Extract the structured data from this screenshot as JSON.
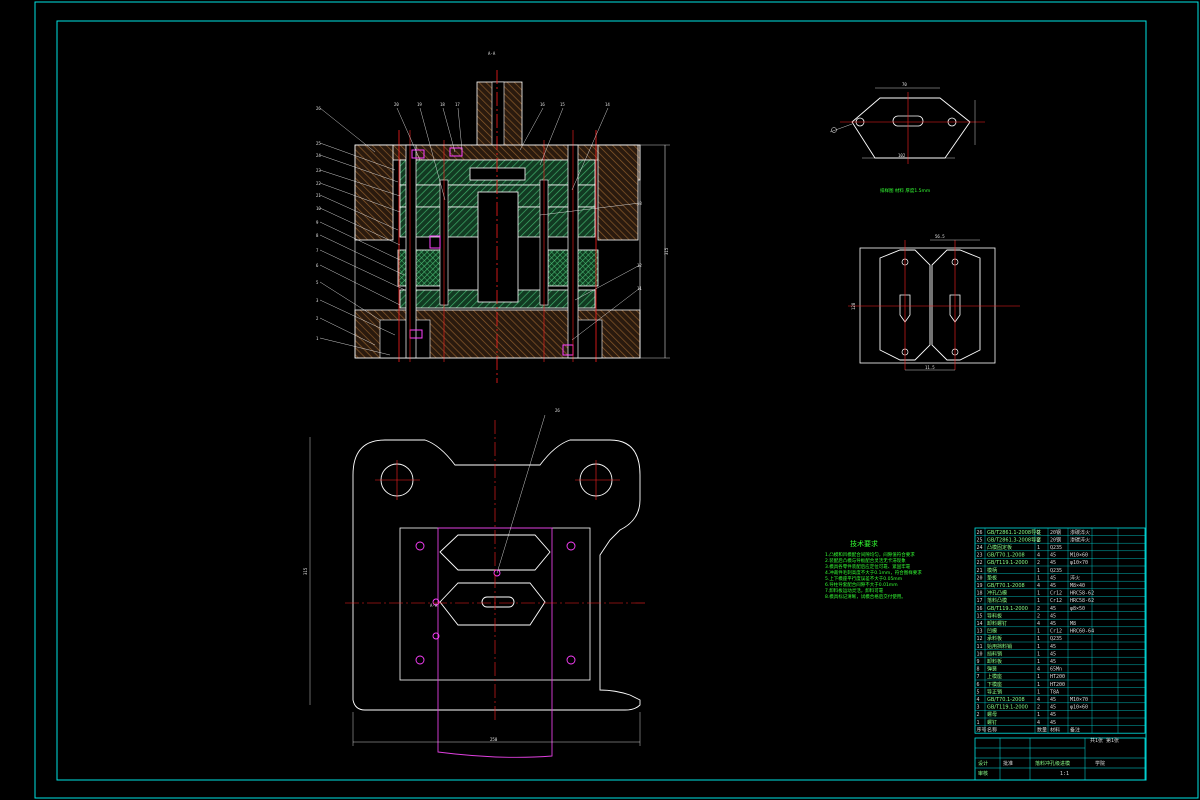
{
  "colors": {
    "background": "#000000",
    "frame": "#00e5e5",
    "outline": "#ffffff",
    "centerline": "#ff2020",
    "hatch": "#2e8b57",
    "hatch_dark": "#6b3a1f",
    "strip": "#e040e0",
    "leader": "#ff3030",
    "text_green": "#33ff33",
    "table_line": "#00e5e5"
  },
  "section_marker": "A-A",
  "tech_notes": {
    "title": "技术要求",
    "lines": [
      "1.凸模和凹模配合间隙均匀，间隙值符合要求",
      "2.装配后凸模与导板配合灵活无卡滞现象",
      "3.模具各零件装配后应定位可靠、紧固牢靠",
      "4.冲裁件毛刺高度不大于0.1mm，符合图样要求",
      "5.上下模座平行度误差不大于0.05mm",
      "6.导柱导套配合间隙不大于0.01mm",
      "7.卸料板运动灵活，卸料可靠",
      "8.模具标记清晰，试模合格后交付使用。"
    ]
  },
  "strip_caption": "排样图  材料 厚度1.5mm",
  "main_view_label": "A-A",
  "dims": {
    "main_height": "315",
    "plan_height": "315",
    "plan_width": "250",
    "part_width": "70",
    "part_length": "102",
    "strip_pitch": "56.5",
    "strip_height": "128",
    "strip_width": "11.5"
  },
  "part_labels": [
    "1",
    "2",
    "3",
    "4",
    "5",
    "6",
    "7",
    "8",
    "9",
    "10",
    "11",
    "12",
    "13",
    "14",
    "15",
    "16",
    "17",
    "18",
    "19",
    "20",
    "21",
    "22",
    "23",
    "24",
    "25",
    "26"
  ],
  "bom": {
    "rows": [
      [
        "26",
        "GB/T2861.1-2008导柱",
        "2",
        "20钢",
        "渗碳淬火"
      ],
      [
        "25",
        "GB/T2861.3-2008导套",
        "2",
        "20钢",
        "渗碳淬火"
      ],
      [
        "24",
        "凸模固定板",
        "1",
        "Q235",
        ""
      ],
      [
        "23",
        "GB/T70.1-2008",
        "4",
        "45",
        "M10×60"
      ],
      [
        "22",
        "GB/T119.1-2000",
        "2",
        "45",
        "φ10×70"
      ],
      [
        "21",
        "模柄",
        "1",
        "Q235",
        ""
      ],
      [
        "20",
        "垫板",
        "1",
        "45",
        "淬火"
      ],
      [
        "19",
        "GB/T70.1-2008",
        "4",
        "45",
        "M8×40"
      ],
      [
        "18",
        "冲孔凸模",
        "1",
        "Cr12",
        "HRC58-62"
      ],
      [
        "17",
        "落料凸模",
        "1",
        "Cr12",
        "HRC58-62"
      ],
      [
        "16",
        "GB/T119.1-2000",
        "2",
        "45",
        "φ8×50"
      ],
      [
        "15",
        "导料板",
        "2",
        "45",
        ""
      ],
      [
        "14",
        "卸料螺钉",
        "4",
        "45",
        "M8"
      ],
      [
        "13",
        "凹模",
        "1",
        "Cr12",
        "HRC60-64"
      ],
      [
        "12",
        "承料板",
        "1",
        "Q235",
        ""
      ],
      [
        "11",
        "始用挡料销",
        "1",
        "45",
        ""
      ],
      [
        "10",
        "挡料销",
        "1",
        "45",
        ""
      ],
      [
        "9",
        "卸料板",
        "1",
        "45",
        ""
      ],
      [
        "8",
        "弹簧",
        "4",
        "65Mn",
        ""
      ],
      [
        "7",
        "上模座",
        "1",
        "HT200",
        ""
      ],
      [
        "6",
        "下模座",
        "1",
        "HT200",
        ""
      ],
      [
        "5",
        "导正销",
        "1",
        "T8A",
        ""
      ],
      [
        "4",
        "GB/T70.1-2008",
        "4",
        "45",
        "M10×70"
      ],
      [
        "3",
        "GB/T119.1-2000",
        "2",
        "45",
        "φ10×60"
      ],
      [
        "2",
        "螺母",
        "1",
        "45",
        ""
      ],
      [
        "1",
        "螺钉",
        "4",
        "45",
        ""
      ]
    ],
    "header": [
      "序号",
      "名称",
      "数量",
      "材料",
      "备注"
    ],
    "title_block": {
      "drawing_name": "落料冲孔级进模",
      "scale": "1:1",
      "sheet": "共1张 第1张",
      "designer": "设计",
      "checker": "审核",
      "approver": "批准",
      "school": "学院"
    }
  }
}
